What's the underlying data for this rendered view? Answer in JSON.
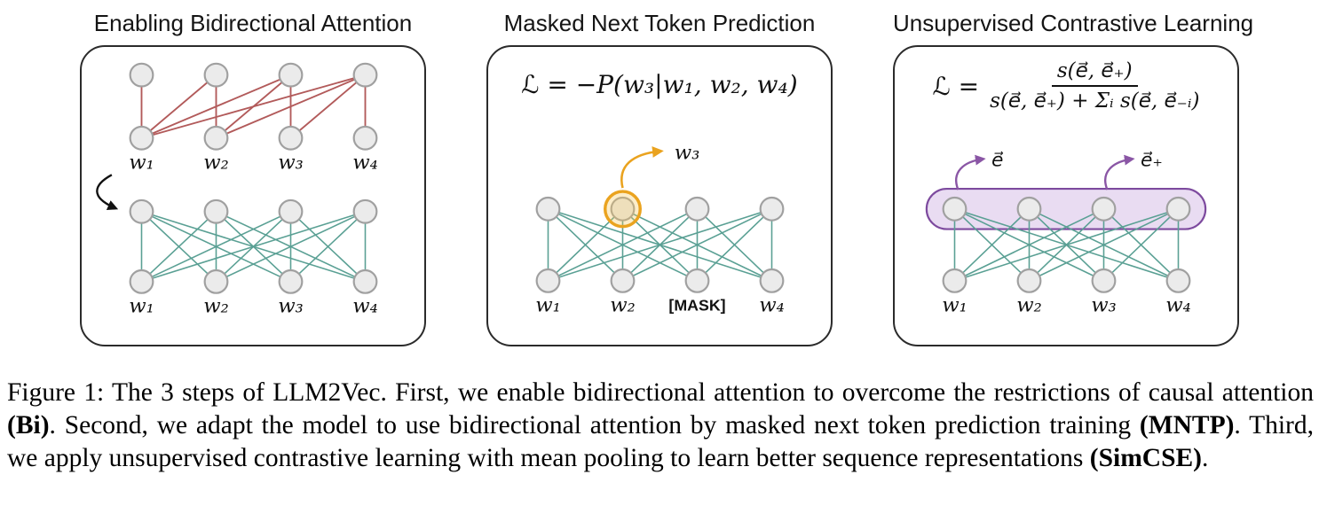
{
  "panels": [
    {
      "title": "Enabling Bidirectional Attention",
      "top_token_labels": [
        "w₁",
        "w₂",
        "w₃",
        "w₄"
      ],
      "bottom_token_labels": [
        "w₁",
        "w₂",
        "w₃",
        "w₄"
      ]
    },
    {
      "title": "Masked Next Token Prediction",
      "loss_formula": "ℒ = −P(w₃|w₁, w₂, w₄)",
      "predicted_token_label": "w₃",
      "token_labels": [
        "w₁",
        "w₂",
        "[MASK]",
        "w₄"
      ]
    },
    {
      "title": "Unsupervised Contrastive Learning",
      "loss_lhs": "ℒ =",
      "loss_numerator": "s(e⃗, e⃗₊)",
      "loss_denominator": "s(e⃗, e⃗₊) + Σᵢ s(e⃗, e⃗₋ᵢ)",
      "embedding_labels": [
        "e⃗",
        "e⃗₊"
      ],
      "token_labels": [
        "w₁",
        "w₂",
        "w₃",
        "w₄"
      ]
    }
  ],
  "caption": {
    "t1": "Figure 1: The 3 steps of LLM2Vec. First, we enable bidirectional attention to overcome the restrictions of causal attention ",
    "b1": "(Bi)",
    "t2": ". Second, we adapt the model to use bidirectional attention by masked next token prediction training ",
    "b2": "(MNTP)",
    "t3": ". Third, we apply unsupervised contrastive learning with mean pooling to learn better sequence representations ",
    "b3": "(SimCSE)",
    "t4": "."
  },
  "colors": {
    "causal_attention_red": "#b25a5a",
    "bidirectional_attention_teal": "#5aa094",
    "mask_highlight_orange": "#eaa31f",
    "pooling_purple": "#8a56a5",
    "pooling_region_fill": "#e9dcf2",
    "node_fill": "#ebebeb",
    "node_stroke": "#a0a0a0",
    "box_border": "#2b2b2b"
  }
}
